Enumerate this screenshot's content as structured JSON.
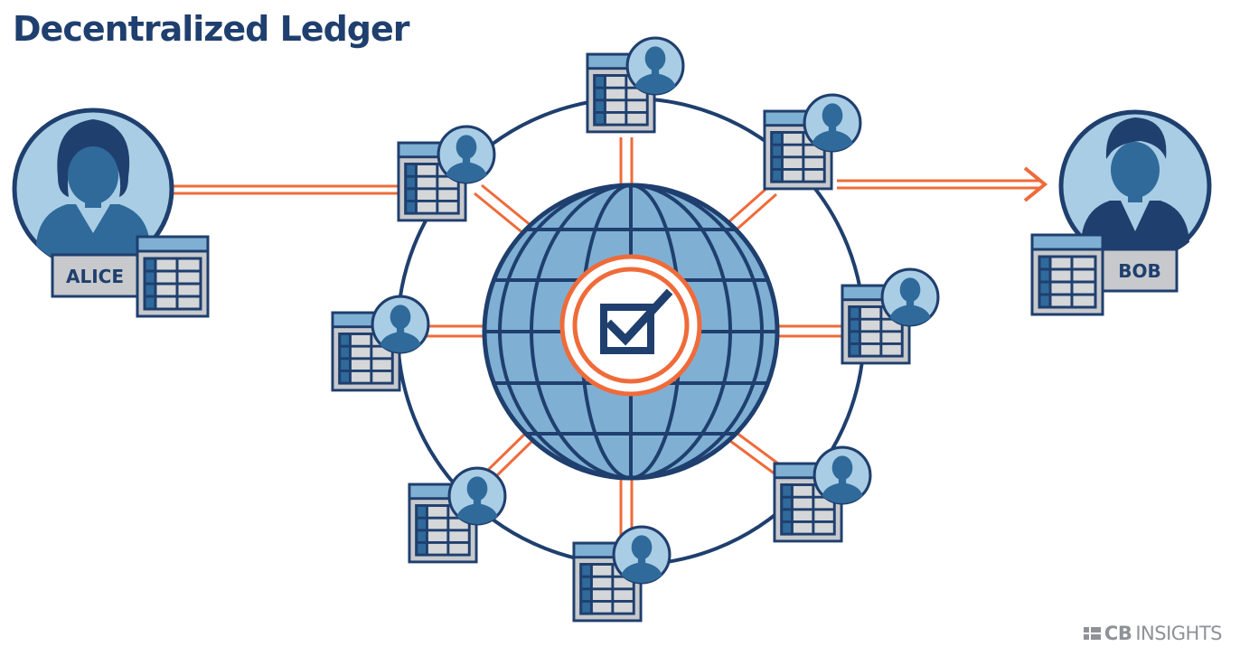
{
  "title": "Decentralized Ledger",
  "sender": {
    "label": "ALICE"
  },
  "receiver": {
    "label": "BOB"
  },
  "brand": {
    "bold": "CB",
    "light": "INSIGHTS"
  },
  "colors": {
    "navy": "#1f3f6e",
    "mid_blue": "#2f6a9b",
    "light_blue": "#a9cde4",
    "globe_blue": "#7fb0d4",
    "orange": "#ef6b3a",
    "gray": "#c7c9cc",
    "brand_gray": "#8e9298"
  }
}
